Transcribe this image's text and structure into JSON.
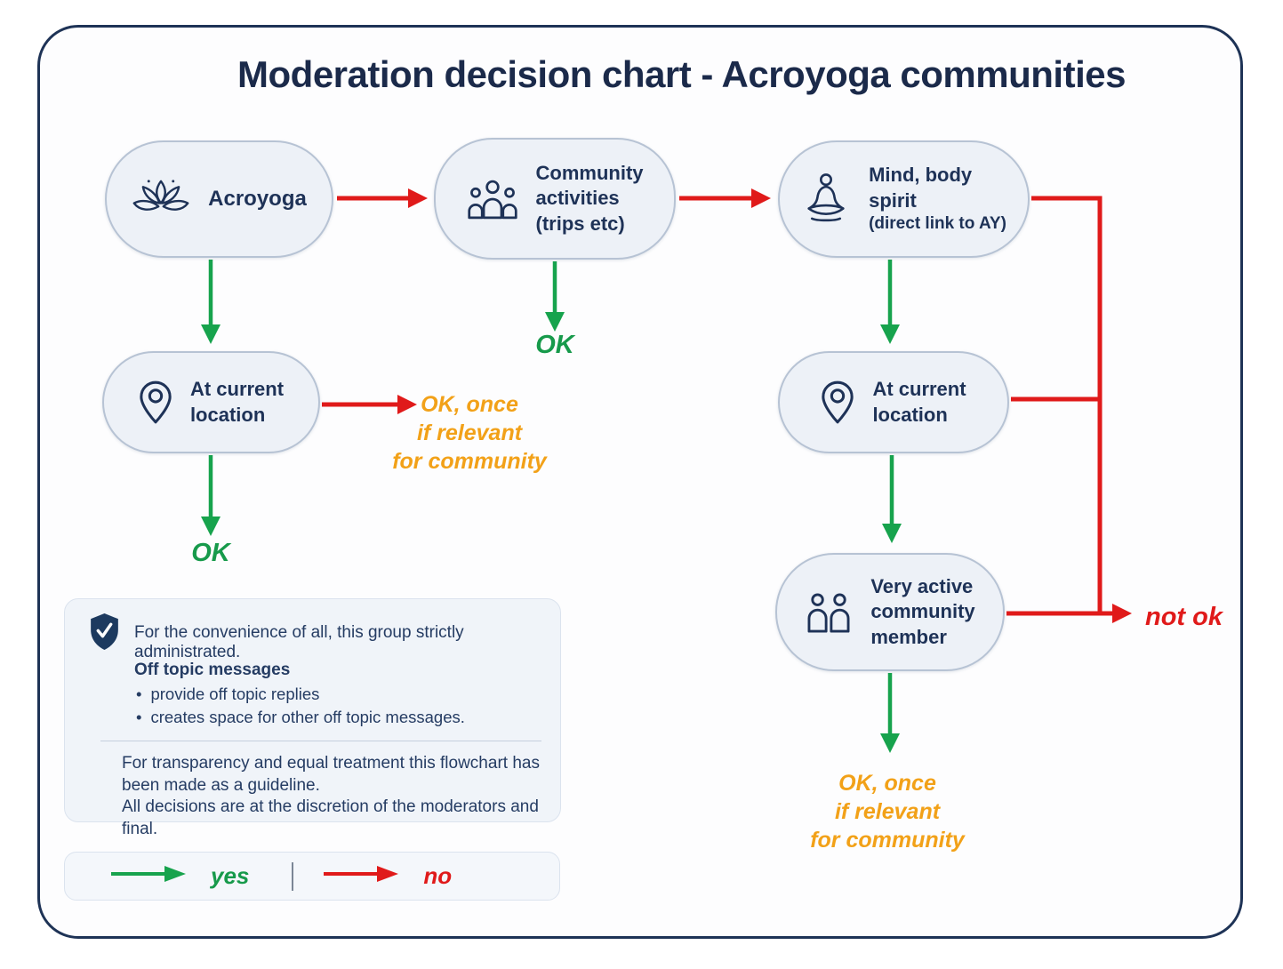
{
  "title": "Moderation decision chart - Acroyoga communities",
  "colors": {
    "green": "#179a4b",
    "red": "#e01a1a",
    "orange": "#f2a118",
    "navy": "#1e3257",
    "node_fill": "#edf1f7",
    "node_border": "#b7c3d4"
  },
  "nodes": {
    "acroyoga": {
      "icon": "lotus-icon",
      "lines": [
        "Acroyoga"
      ]
    },
    "community_activities": {
      "icon": "people-group-icon",
      "lines": [
        "Community",
        "activities",
        "(trips etc)"
      ]
    },
    "mind_body_spirit": {
      "icon": "meditation-icon",
      "lines": [
        "Mind, body",
        "spirit",
        "(direct link to AY)"
      ]
    },
    "at_location_left": {
      "icon": "map-pin-icon",
      "lines": [
        "At current",
        "location"
      ]
    },
    "at_location_right": {
      "icon": "map-pin-icon",
      "lines": [
        "At current",
        "location"
      ]
    },
    "active_member": {
      "icon": "two-people-icon",
      "lines": [
        "Very active",
        "community",
        "member"
      ]
    }
  },
  "outcomes": {
    "ok_mid": "OK",
    "ok_left": "OK",
    "not_ok": "not ok",
    "ok_once_left": [
      "OK, once",
      "if relevant",
      "for community"
    ],
    "ok_once_right": [
      "OK, once",
      "if relevant",
      "for community"
    ]
  },
  "info_box": {
    "icon": "shield-check-icon",
    "intro": "For the convenience of all, this group strictly administrated.",
    "heading": "Off topic messages",
    "bullets": [
      "provide off topic replies",
      "creates space for other off topic messages."
    ],
    "footers": [
      "For transparency and equal treatment this flowchart has been made as a guideline.",
      "All decisions are at the discretion of the moderators and final."
    ]
  },
  "legend": {
    "yes_label": "yes",
    "no_label": "no"
  }
}
